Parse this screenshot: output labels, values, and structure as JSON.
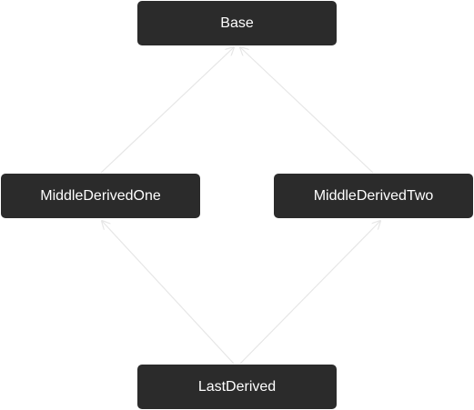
{
  "diagram": {
    "nodes": [
      {
        "id": "base",
        "label": "Base"
      },
      {
        "id": "mid1",
        "label": "MiddleDerivedOne"
      },
      {
        "id": "mid2",
        "label": "MiddleDerivedTwo"
      },
      {
        "id": "last",
        "label": "LastDerived"
      }
    ],
    "edges": [
      {
        "from": "mid1",
        "to": "base"
      },
      {
        "from": "mid2",
        "to": "base"
      },
      {
        "from": "last",
        "to": "mid1"
      },
      {
        "from": "last",
        "to": "mid2"
      }
    ],
    "colors": {
      "node_fill": "#2b2b2b",
      "node_text": "#ffffff",
      "edge": "#e6e6e6"
    }
  }
}
